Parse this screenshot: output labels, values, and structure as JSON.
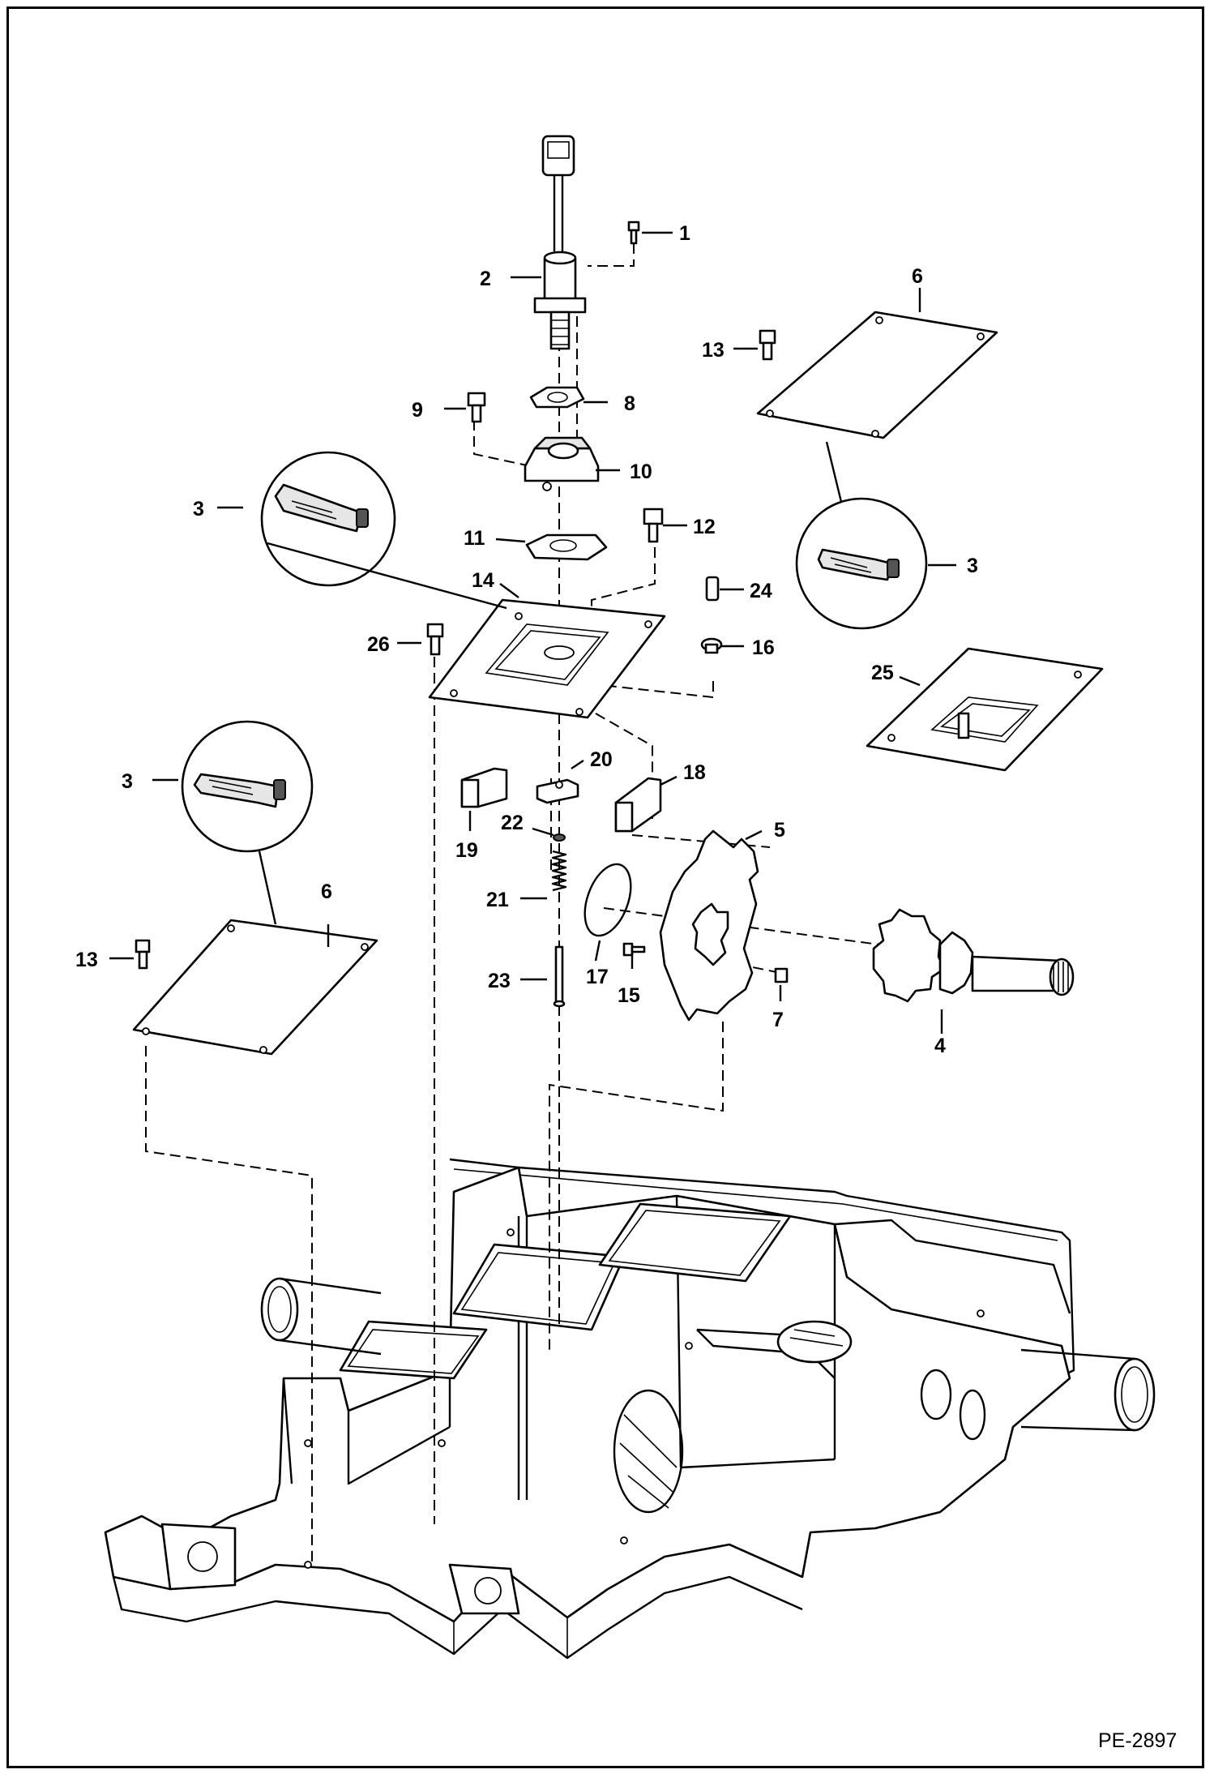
{
  "drawing_code": "PE-2897",
  "callouts": [
    {
      "id": "c1",
      "text": "1"
    },
    {
      "id": "c2",
      "text": "2"
    },
    {
      "id": "c3a",
      "text": "3"
    },
    {
      "id": "c3b",
      "text": "3"
    },
    {
      "id": "c3c",
      "text": "3"
    },
    {
      "id": "c4",
      "text": "4"
    },
    {
      "id": "c5",
      "text": "5"
    },
    {
      "id": "c6a",
      "text": "6"
    },
    {
      "id": "c6b",
      "text": "6"
    },
    {
      "id": "c7",
      "text": "7"
    },
    {
      "id": "c8",
      "text": "8"
    },
    {
      "id": "c9",
      "text": "9"
    },
    {
      "id": "c10",
      "text": "10"
    },
    {
      "id": "c11",
      "text": "11"
    },
    {
      "id": "c12",
      "text": "12"
    },
    {
      "id": "c13a",
      "text": "13"
    },
    {
      "id": "c13b",
      "text": "13"
    },
    {
      "id": "c14",
      "text": "14"
    },
    {
      "id": "c15",
      "text": "15"
    },
    {
      "id": "c16",
      "text": "16"
    },
    {
      "id": "c17",
      "text": "17"
    },
    {
      "id": "c18",
      "text": "18"
    },
    {
      "id": "c19",
      "text": "19"
    },
    {
      "id": "c20",
      "text": "20"
    },
    {
      "id": "c21",
      "text": "21"
    },
    {
      "id": "c22",
      "text": "22"
    },
    {
      "id": "c23",
      "text": "23"
    },
    {
      "id": "c24",
      "text": "24"
    },
    {
      "id": "c25",
      "text": "25"
    },
    {
      "id": "c26",
      "text": "26"
    }
  ]
}
